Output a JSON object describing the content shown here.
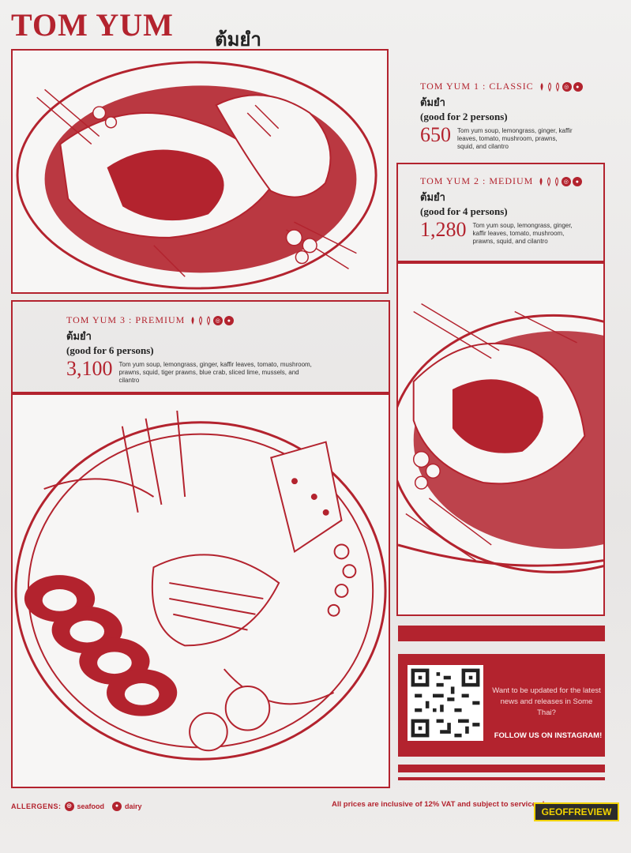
{
  "header": {
    "title": "TOM YUM",
    "title_thai": "ต้มยำ"
  },
  "items": [
    {
      "name": "TOM YUM 1 : CLASSIC",
      "thai": "ต้มยำ",
      "persons": "(good for 2 persons)",
      "price": "650",
      "desc": "Tom yum soup, lemongrass, ginger, kaffir leaves, tomato, mushroom, prawns, squid, and cilantro"
    },
    {
      "name": "TOM YUM 2 : MEDIUM",
      "thai": "ต้มยำ",
      "persons": "(good for 4 persons)",
      "price": "1,280",
      "desc": "Tom yum soup, lemongrass, ginger, kaffir leaves, tomato, mushroom, prawns, squid, and cilantro"
    },
    {
      "name": "TOM YUM 3 : PREMIUM",
      "thai": "ต้มยำ",
      "persons": "(good for 6 persons)",
      "price": "3,100",
      "desc": "Tom yum soup, lemongrass, ginger, kaffir leaves, tomato, mushroom, prawns, squid, tiger prawns, blue crab, sliced lime, mussels, and cilantro"
    }
  ],
  "promo": {
    "message": "Want to be updated for the latest news and releases in Some Thai?",
    "cta": "FOLLOW US ON INSTAGRAM!"
  },
  "footer": {
    "allergens_label": "ALLERGENS:",
    "seafood": "seafood",
    "dairy": "dairy",
    "vat_note": "All prices are inclusive of 12% VAT and subject to service charge"
  },
  "watermark": "GEOFFREVIEW",
  "colors": {
    "accent": "#b3232e",
    "paper": "#f1f0ef"
  },
  "icons": [
    "chili-icon",
    "seafood-icon",
    "dairy-icon",
    "qr-code-icon"
  ]
}
